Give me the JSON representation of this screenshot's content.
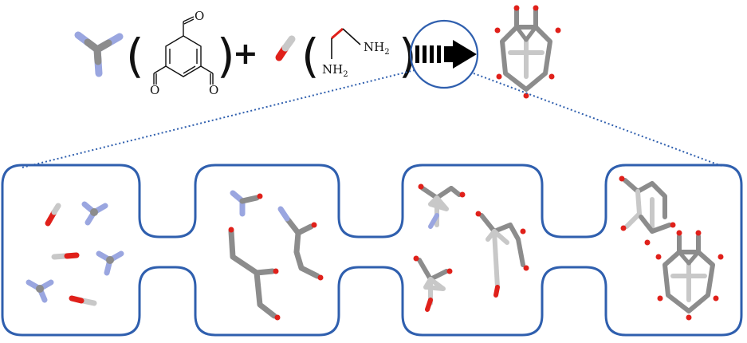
{
  "equation": {
    "plus_symbol": "+",
    "amine_label_top": "NH",
    "amine_label_top_sub": "2",
    "amine_label_bottom": "NH",
    "amine_label_bottom_sub": "2",
    "aldehyde_o_label": "O"
  },
  "colors": {
    "channel_outline": "#2f5fae",
    "stick_grey": "#8c8c8c",
    "stick_light": "#c8c8c8",
    "nitrogen_blue": "#9aa6e0",
    "oxygen_red": "#e0201a",
    "highlight_red": "#e0201a",
    "arrow": "#000000"
  },
  "icons": {
    "arrow": "reaction-arrow-icon",
    "cage": "molecular-cage-icon",
    "tripodal_amine": "tripodal-amine-icon",
    "ethylene_unit": "ethylene-unit-icon",
    "zoom_circle": "zoom-lens-icon"
  },
  "stages": [
    {
      "name": "reactants-mixing"
    },
    {
      "name": "first-condensation"
    },
    {
      "name": "partial-cage-assembly"
    },
    {
      "name": "cage-formation"
    }
  ]
}
